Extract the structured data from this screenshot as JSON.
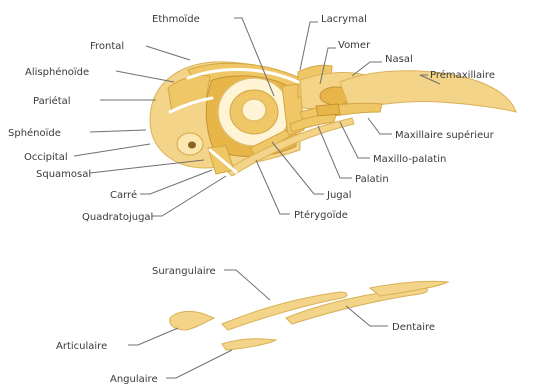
{
  "skull_labels": {
    "ethmoide": "Ethmoïde",
    "lacrymal": "Lacrymal",
    "vomer": "Vomer",
    "nasal": "Nasal",
    "frontal": "Frontal",
    "premaxillaire": "Prémaxillaire",
    "alisphenoide": "Alisphénoïde",
    "parietal": "Pariétal",
    "sphenoide": "Sphénoïde",
    "maxillaire_superieur": "Maxillaire supérieur",
    "occipital": "Occipital",
    "maxillo_palatin": "Maxillo-palatin",
    "squamosal": "Squamosal",
    "palatin": "Palatin",
    "carre": "Carré",
    "jugal": "Jugal",
    "quadratojugal": "Quadratojugal",
    "pterygoide": "Ptérygoïde"
  },
  "mandible_labels": {
    "surangulaire": "Surangulaire",
    "dentaire": "Dentaire",
    "articulaire": "Articulaire",
    "angulaire": "Angulaire"
  }
}
